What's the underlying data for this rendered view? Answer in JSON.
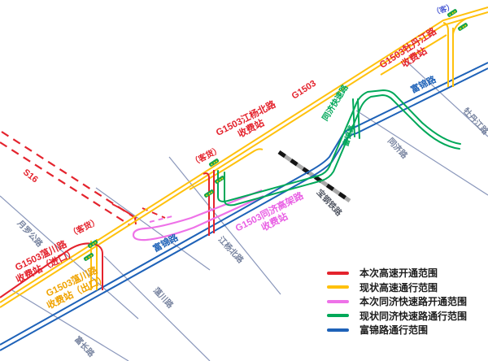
{
  "colors": {
    "highway_new": "#e4232d",
    "highway_existing": "#ffc10d",
    "tongji_new": "#ee72e8",
    "tongji_existing": "#00a859",
    "fujin_road": "#1e62b8",
    "minor_road": "#8a97bb",
    "railway": "#151515"
  },
  "icons": {
    "toll_gate": "toll-gate-icon"
  },
  "labels": {
    "s16": "S16",
    "g1503": "G1503",
    "yueluo_rd": "月罗公路",
    "yc_toll_in": {
      "l1": "G1503蕰川路",
      "l2": "收费站（进口）"
    },
    "yc_toll_out": {
      "l1": "G1503蕰川路",
      "l2": "收费站（出口）"
    },
    "kehuo_yc": "（客货）",
    "fujin_mid": "富锦路",
    "jy_toll": {
      "l1": "G1503江杨北路",
      "l2": "收费站"
    },
    "kehuo_jy": "（客货）",
    "tongji_expwy": "同济快速路",
    "fujin_ramp": "富锦路",
    "tj_gaojia_toll": {
      "l1": "G1503同济高架路",
      "l2": "收费站"
    },
    "fujin_right": "富锦路",
    "tongji_rd": "同济路",
    "mudanjiang_rd": "牡丹江路",
    "baogang_rail": "宝钢铁路",
    "jiangyang_rd": "江杨北路",
    "yunchuan_rd": "蕰川路",
    "fuchang_rd": "富长路",
    "mdj_toll": {
      "l1": "G1503牡丹江路",
      "l2": "收费站"
    },
    "ke_mdj": "（客）"
  },
  "legend": {
    "items": [
      {
        "label": "本次高速开通范围",
        "color": "#e4232d"
      },
      {
        "label": "现状高速通行范围",
        "color": "#ffc10d"
      },
      {
        "label": "本次同济快速路开通范围",
        "color": "#ee72e8"
      },
      {
        "label": "现状同济快速路通行范围",
        "color": "#00a859"
      },
      {
        "label": "富锦路通行范围",
        "color": "#1e62b8"
      }
    ]
  }
}
